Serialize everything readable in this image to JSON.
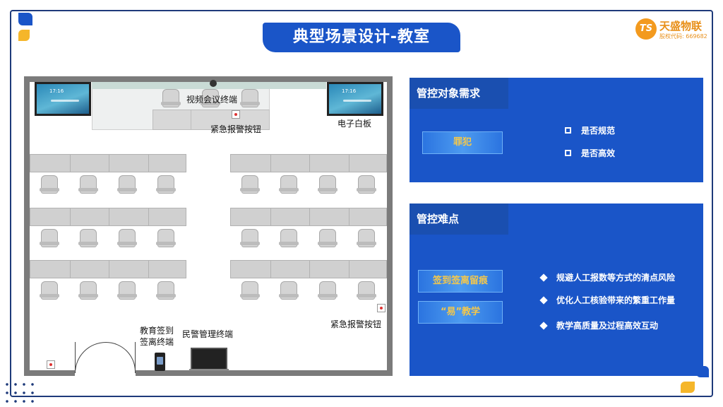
{
  "title": "典型场景设计-教室",
  "logo": {
    "mark": "TS",
    "name": "天盛物联",
    "code": "股权代码: 669682"
  },
  "floor_plan": {
    "screen_time": "17:16",
    "labels": {
      "video_terminal": "视频会议终端",
      "emergency_alarm_top": "紧急报警按钮",
      "whiteboard": "电子白板",
      "emergency_alarm_right": "紧急报警按钮",
      "checkin_terminal": "教育签到\n签离终端",
      "police_terminal": "民警管理终端"
    }
  },
  "panel_requirements": {
    "heading": "管控对象需求",
    "tag": "罪犯",
    "items": [
      "是否规范",
      "是否高效"
    ]
  },
  "panel_difficulties": {
    "heading": "管控难点",
    "tags": [
      "签到签离留痕",
      "“易”教学"
    ],
    "items": [
      "规避人工报数等方式的清点风险",
      "优化人工核验带来的繁重工作量",
      "教学高质量及过程高效互动"
    ]
  },
  "colors": {
    "primary_blue": "#1a55c8",
    "accent_yellow": "#f5c84a",
    "logo_orange": "#e8901a",
    "wall_gray": "#7b7b7b"
  }
}
